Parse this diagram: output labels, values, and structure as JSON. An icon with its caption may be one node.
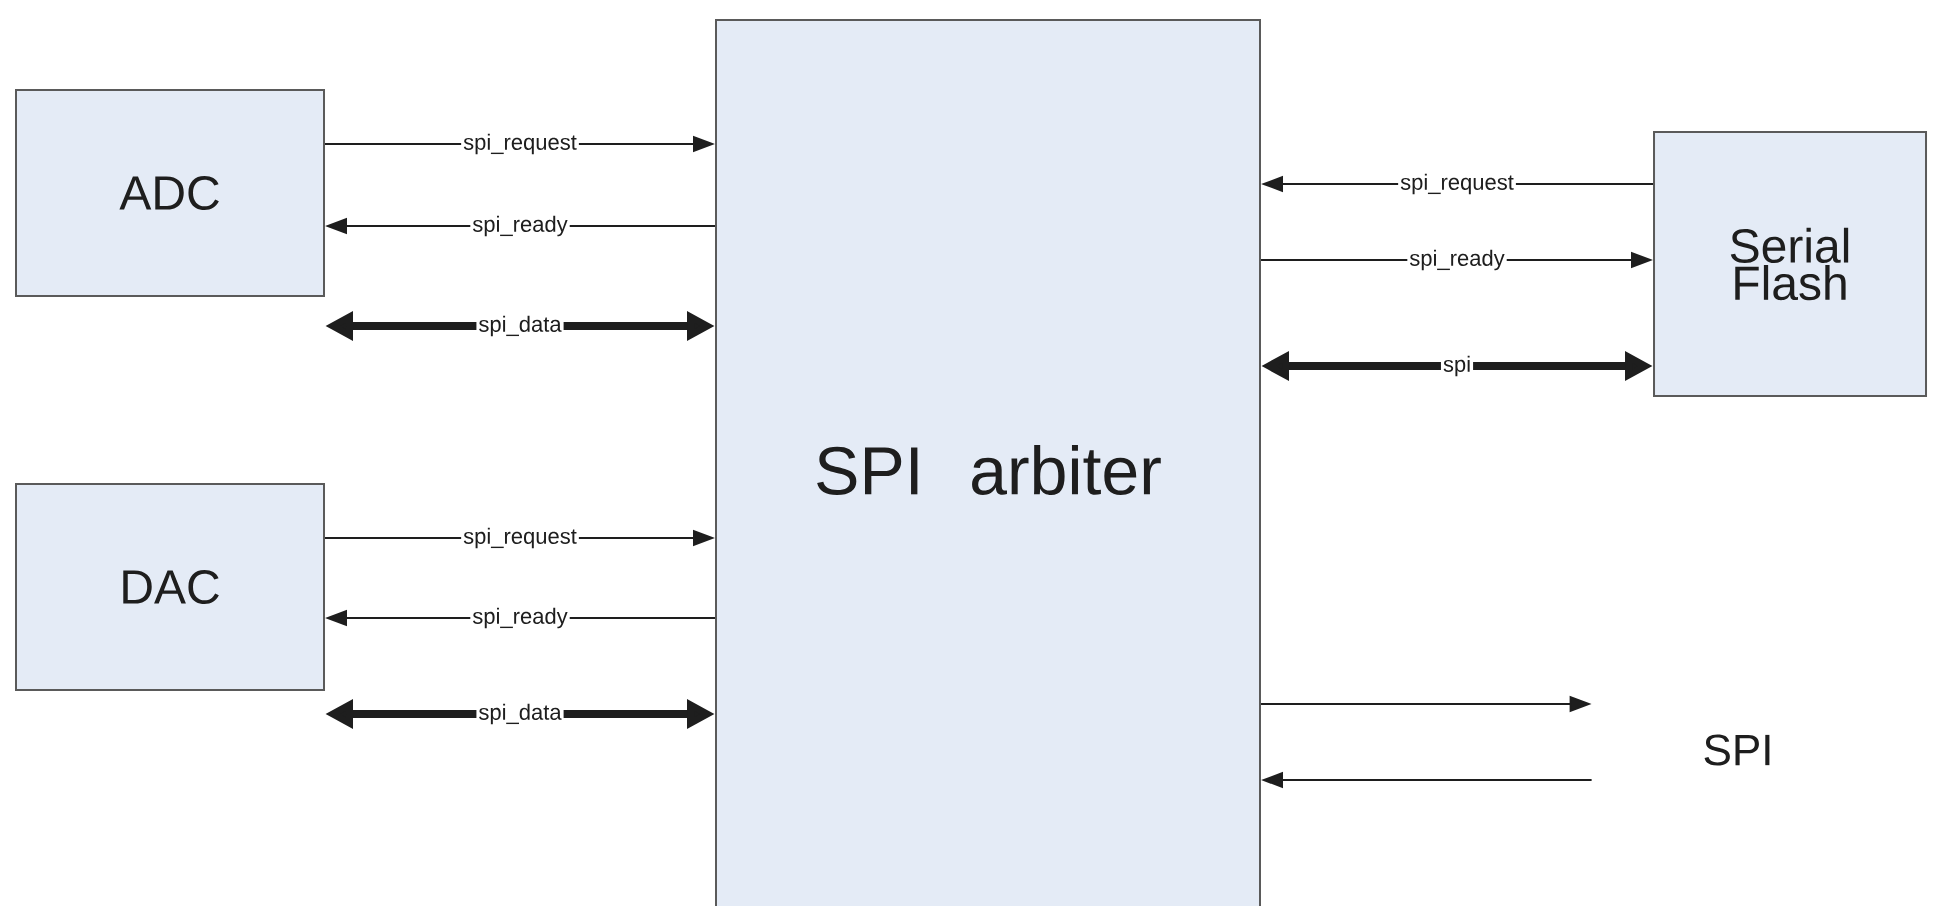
{
  "diagram": {
    "nodes": [
      {
        "text": [
          "ADC"
        ]
      },
      {
        "text": [
          "DAC"
        ]
      },
      {
        "text": [
          "SPI arbiter"
        ]
      },
      {
        "text": [
          "Serial Flash"
        ]
      },
      {
        "text": [
          "SPI"
        ]
      }
    ],
    "edges": [
      {
        "from": 0,
        "to": 2,
        "arrow": "to",
        "label": "spi_request"
      },
      {
        "from": 2,
        "to": 0,
        "arrow": "to",
        "label": "spi_ready"
      },
      {
        "from": 0,
        "to": 2,
        "arrow": "both",
        "label": "spi_data",
        "style": "thick"
      },
      {
        "from": 1,
        "to": 2,
        "arrow": "to",
        "label": "spi_request"
      },
      {
        "from": 2,
        "to": 1,
        "arrow": "to",
        "label": "spi_ready"
      },
      {
        "from": 1,
        "to": 2,
        "arrow": "both",
        "label": "spi_data",
        "style": "thick"
      },
      {
        "from": 3,
        "to": 2,
        "arrow": "to",
        "label": "spi_request"
      },
      {
        "from": 2,
        "to": 3,
        "arrow": "to",
        "label": "spi_ready"
      },
      {
        "from": 2,
        "to": 3,
        "arrow": "both",
        "label": "spi",
        "style": "thick"
      },
      {
        "from": 2,
        "to": 4,
        "arrow": "to"
      },
      {
        "from": 4,
        "to": 2,
        "arrow": "to"
      }
    ]
  }
}
